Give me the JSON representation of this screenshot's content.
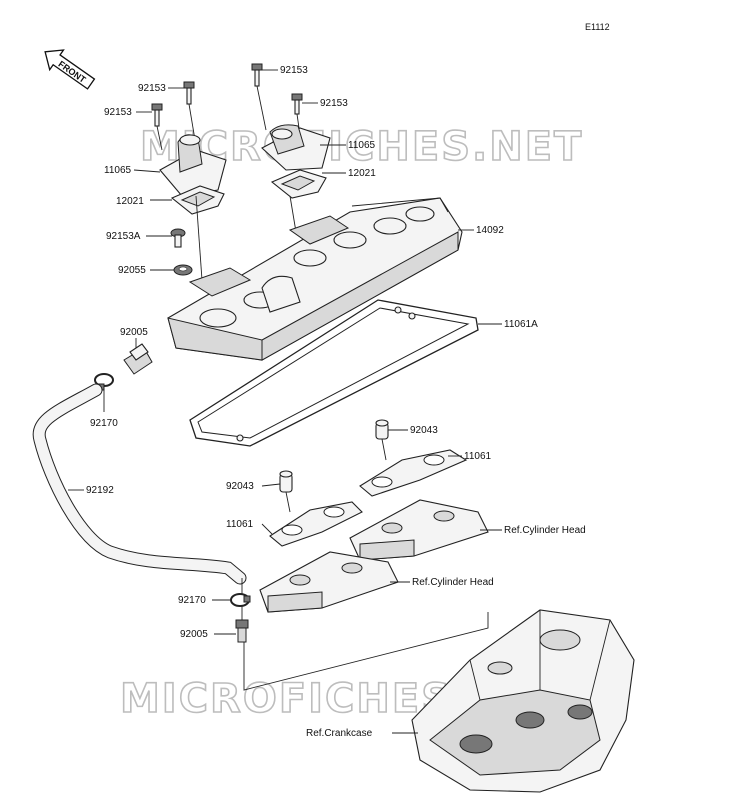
{
  "diagram_code": "E1112",
  "front_label": "FRONT",
  "watermark": "MICROFICHES.NET",
  "labels": {
    "p92153_a": "92153",
    "p92153_b": "92153",
    "p92153_c": "92153",
    "p92153_d": "92153",
    "p11065_l": "11065",
    "p11065_r": "11065",
    "p12021_l": "12021",
    "p12021_r": "12021",
    "p92153A": "92153A",
    "p92055": "92055",
    "p14092": "14092",
    "p11061A": "11061A",
    "p92005_top": "92005",
    "p92170_top": "92170",
    "p92192": "92192",
    "p92043_r": "92043",
    "p11061_r": "11061",
    "p92043_l": "92043",
    "p11061_l": "11061",
    "ref_cyl_head_r": "Ref.Cylinder Head",
    "ref_cyl_head_l": "Ref.Cylinder Head",
    "p92170_bot": "92170",
    "p92005_bot": "92005",
    "ref_crankcase": "Ref.Crankcase"
  }
}
